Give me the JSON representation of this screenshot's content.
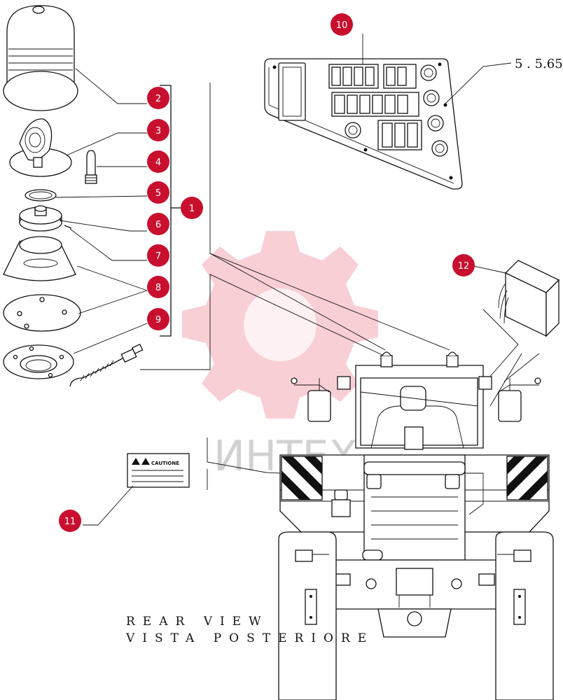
{
  "captions": {
    "line1": "REAR VIEW",
    "line2": "VISTA POSTERIORE"
  },
  "reference": "5 . 5.65",
  "watermark": "ИНТЕХ",
  "decal_text": "CAUTIONE",
  "callouts": [
    "1",
    "2",
    "3",
    "4",
    "5",
    "6",
    "7",
    "8",
    "9",
    "10",
    "11",
    "12"
  ],
  "colors": {
    "badge": "#c8102e",
    "line": "#111111",
    "watermark": "#e9546a"
  }
}
